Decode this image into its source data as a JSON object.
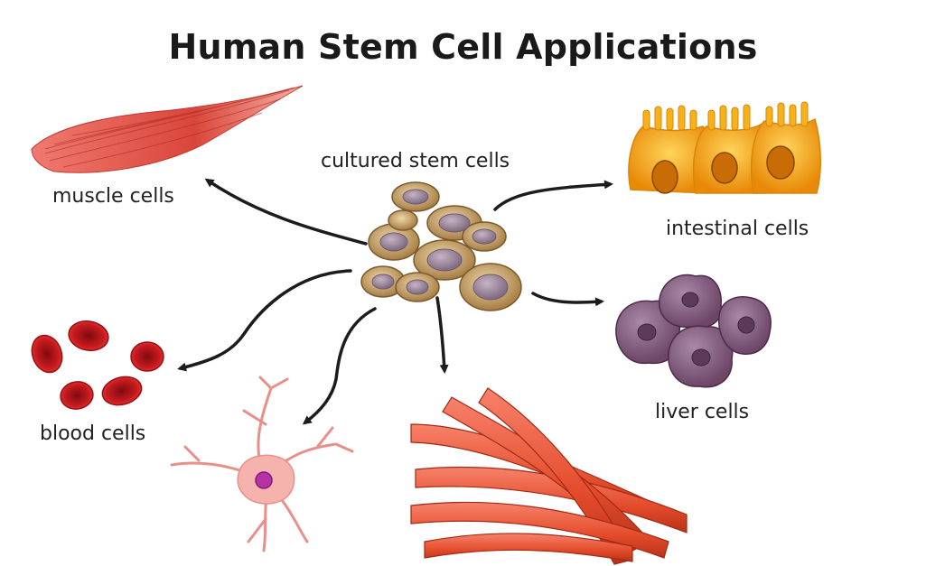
{
  "title": "Human Stem Cell Applications",
  "center": {
    "label": "cultured stem cells"
  },
  "cell_types": {
    "muscle": "muscle cells",
    "intestinal": "intestinal cells",
    "liver": "liver cells",
    "blood": "blood cells"
  },
  "colors": {
    "arrow": "#1c1c1c",
    "stem_cell": "#c9a36a",
    "stem_nucleus": "#9a8597",
    "muscle": "#d9463a",
    "intestinal": "#f2a516",
    "liver": "#8a5f86",
    "blood": "#c0171a",
    "neuron": "#f4a7a1",
    "neuron_nucleus": "#b533a6",
    "fiber": "#e8552f"
  }
}
